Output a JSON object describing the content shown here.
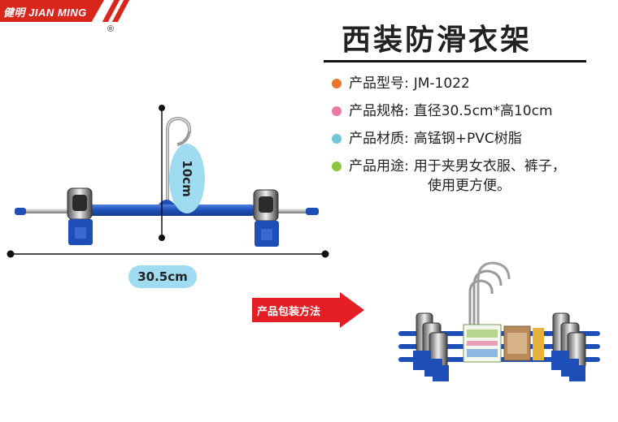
{
  "brand": {
    "logo_text": "健明 JIAN MING",
    "registered_mark": "®"
  },
  "title": "西装防滑衣架",
  "specs": [
    {
      "label": "产品型号:",
      "value": "JM-1022",
      "dot_color": "#e8762c"
    },
    {
      "label": "产品规格:",
      "value": "直径30.5cm*高10cm",
      "dot_color": "#e87aa4"
    },
    {
      "label": "产品材质:",
      "value": "高锰钢+PVC树脂",
      "dot_color": "#6fc7d9"
    },
    {
      "label": "产品用途:",
      "value": "用于夹男女衣服、裤子，",
      "value_cont": "使用更方便。",
      "dot_color": "#8cc63e"
    }
  ],
  "dimensions": {
    "height": "10cm",
    "width": "30.5cm"
  },
  "packaging": {
    "label": "产品包装方法"
  },
  "colors": {
    "brand_red": "#d9261c",
    "hanger_blue": "#1e4fb8",
    "badge_blue": "#9fdcf2",
    "arrow_red": "#e31e24"
  }
}
